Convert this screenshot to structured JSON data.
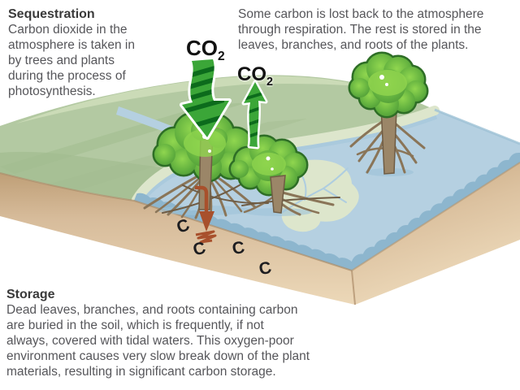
{
  "title": "Mangrove carbon sequestration and storage diagram",
  "annotations": {
    "sequestration": {
      "heading": "Sequestration",
      "body": "Carbon dioxide in the\natmosphere is taken in\nby trees and plants\nduring the process of\nphotosynthesis."
    },
    "respiration": {
      "body": "Some carbon is lost back to the atmosphere\nthrough respiration. The rest is stored in the\nleaves, branches, and roots of the plants."
    },
    "storage": {
      "heading": "Storage",
      "body": "Dead leaves, branches, and roots containing carbon\nare buried in the soil, which is frequently, if not\nalways, covered with tidal waters. This oxygen-poor\nenvironment causes very slow break down of the plant\nmaterials, resulting in significant carbon storage."
    }
  },
  "labels": {
    "co2_down": {
      "text": "CO",
      "sub": "2"
    },
    "co2_up": {
      "text": "CO",
      "sub": "2"
    },
    "carbon_atoms": [
      "C",
      "C",
      "C",
      "C"
    ]
  },
  "colors": {
    "grass": "#b3c9a2",
    "grass_shade": "#a2bc90",
    "sand_flat": "#dde6cc",
    "water": "#b5d0e1",
    "water_edge": "#8db6ce",
    "soil_top": "#c4a67f",
    "soil_bottom": "#ecd8b8",
    "canopy": "#5aa83d",
    "trunk": "#9b8668",
    "co2_arrow_green": "#3ba638",
    "co2_arrow_stripe": "#0c6b1c",
    "burial_arrow": "#a8502c",
    "body_text": "#56565a",
    "heading_text": "#3a3a3a",
    "carbon_text": "#1d1d20"
  }
}
